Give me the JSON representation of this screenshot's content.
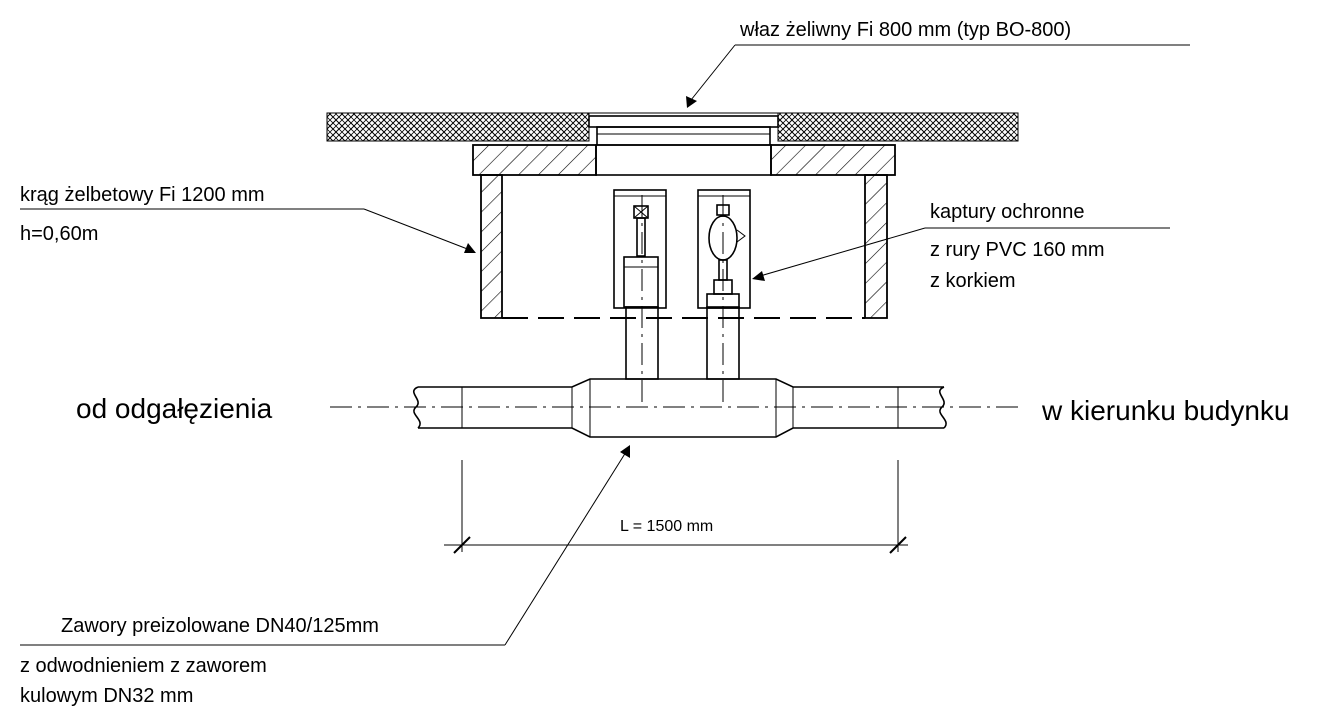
{
  "labels": {
    "manhole": "właz żeliwny Fi 800 mm (typ BO-800)",
    "ring_line1": "krąg żelbetowy Fi 1200 mm",
    "ring_line2": "h=0,60m",
    "caps_line1": "kaptury ochronne",
    "caps_line2": "z rury PVC 160 mm",
    "caps_line3": "z korkiem",
    "from_branch": "od odgałęzienia",
    "to_building": "w kierunku budynku",
    "dimension": "L = 1500 mm",
    "valves_line1": "Zawory preizolowane DN40/125mm",
    "valves_line2": "z odwodnieniem z zaworem",
    "valves_line3": "kulowym DN32 mm"
  }
}
